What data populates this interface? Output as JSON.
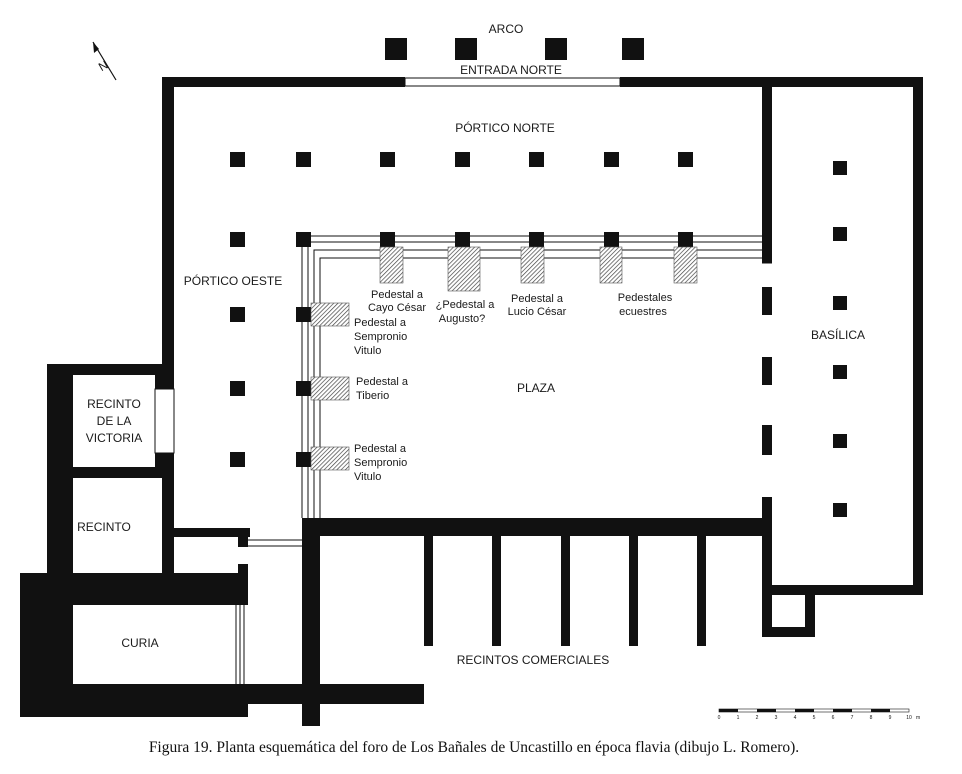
{
  "labels": {
    "arco": "ARCO",
    "entrada_norte": "ENTRADA NORTE",
    "portico_norte": "PÓRTICO NORTE",
    "portico_oeste": "PÓRTICO OESTE",
    "basilica": "BASÍLICA",
    "plaza": "PLAZA",
    "recinto_victoria": [
      "RECINTO",
      "DE LA",
      "VICTORIA"
    ],
    "recinto": "RECINTO",
    "curia": "CURIA",
    "recintos_comerciales": "RECINTOS COMERCIALES"
  },
  "pedestals": {
    "cayo_cesar": [
      "Pedestal a",
      "Cayo César"
    ],
    "augusto": [
      "¿Pedestal a",
      "Augusto?"
    ],
    "lucio_cesar": [
      "Pedestal a",
      "Lucio César"
    ],
    "ecuestres": [
      "Pedestales",
      "ecuestres"
    ],
    "sempronio_1": [
      "Pedestal a",
      "Sempronio",
      "Vitulo"
    ],
    "tiberio": [
      "Pedestal a",
      "Tiberio"
    ],
    "sempronio_2": [
      "Pedestal a",
      "Sempronio",
      "Vitulo"
    ]
  },
  "north_arrow": "N",
  "scale_bar": {
    "ticks": [
      "0",
      "1",
      "2",
      "3",
      "4",
      "5",
      "6",
      "7",
      "8",
      "9",
      "10"
    ],
    "unit": "m"
  },
  "caption": "Figura 19. Planta esquemática del foro de Los Bañales de Uncastillo en época flavia (dibujo L. Romero)."
}
